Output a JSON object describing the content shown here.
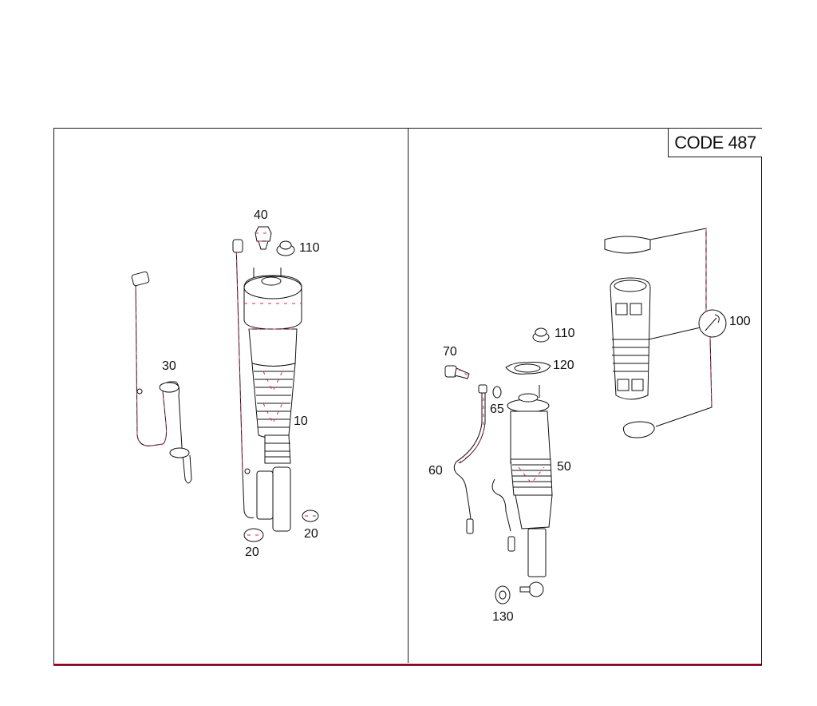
{
  "diagram": {
    "code_label": "CODE 487",
    "colors": {
      "line": "#111111",
      "accent": "#e0205a",
      "background": "#ffffff"
    },
    "left_panel": {
      "callouts": [
        {
          "id": "40",
          "text": "40",
          "part": "valve"
        },
        {
          "id": "110a",
          "text": "110",
          "part": "nut"
        },
        {
          "id": "30",
          "text": "30",
          "part": "sensor-cable"
        },
        {
          "id": "10",
          "text": "10",
          "part": "front-air-strut"
        },
        {
          "id": "20a",
          "text": "20",
          "part": "rubber-buffer"
        },
        {
          "id": "20b",
          "text": "20",
          "part": "rubber-buffer"
        }
      ]
    },
    "right_panel": {
      "callouts": [
        {
          "id": "110b",
          "text": "110",
          "part": "nut"
        },
        {
          "id": "70",
          "text": "70",
          "part": "bolt"
        },
        {
          "id": "120",
          "text": "120",
          "part": "gasket"
        },
        {
          "id": "65",
          "text": "65",
          "part": "seal-ring"
        },
        {
          "id": "60",
          "text": "60",
          "part": "line"
        },
        {
          "id": "50",
          "text": "50",
          "part": "rear-air-strut"
        },
        {
          "id": "130",
          "text": "130",
          "part": "nut"
        },
        {
          "id": "100",
          "text": "100",
          "part": "repair-kit"
        }
      ]
    }
  }
}
